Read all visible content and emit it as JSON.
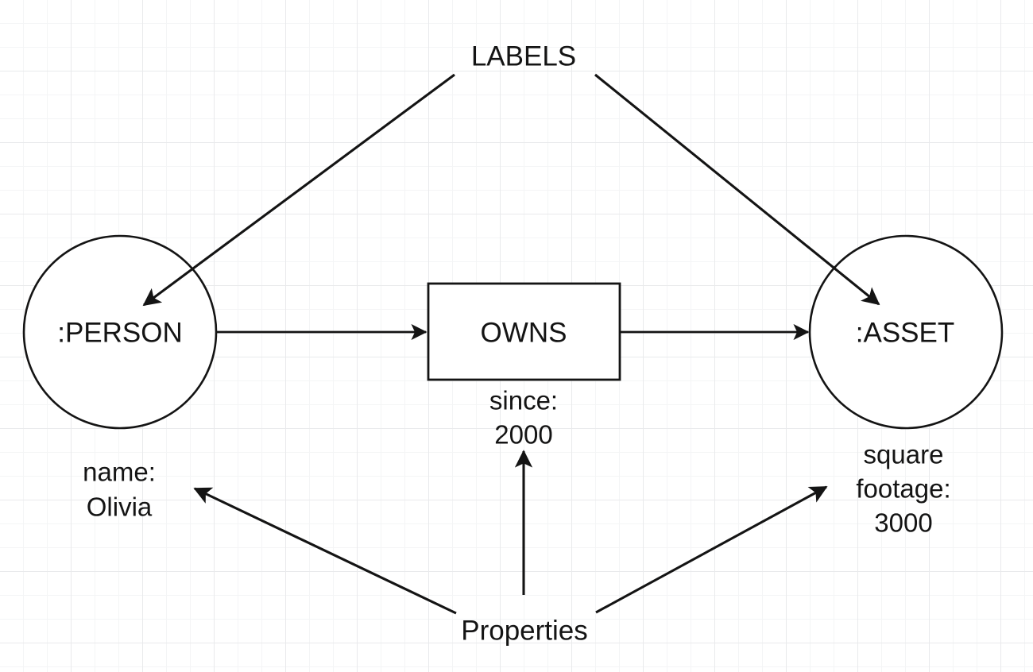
{
  "diagram": {
    "title_annotation": "LABELS",
    "bottom_annotation": "Properties",
    "nodes": [
      {
        "id": "person",
        "shape": "circle",
        "label": ":PERSON",
        "property_lines": [
          "name:",
          "Olivia"
        ]
      },
      {
        "id": "asset",
        "shape": "circle",
        "label": ":ASSET",
        "property_lines": [
          "square",
          "footage:",
          "3000"
        ]
      }
    ],
    "relationship": {
      "id": "owns",
      "shape": "rectangle",
      "label": "OWNS",
      "property_lines": [
        "since:",
        "2000"
      ]
    },
    "colors": {
      "stroke": "#141414",
      "text": "#141414",
      "node_fill": "#ffffff",
      "grid_minor": "#f4f5f6",
      "grid_major": "#e9eaec",
      "background": "#ffffff"
    }
  }
}
